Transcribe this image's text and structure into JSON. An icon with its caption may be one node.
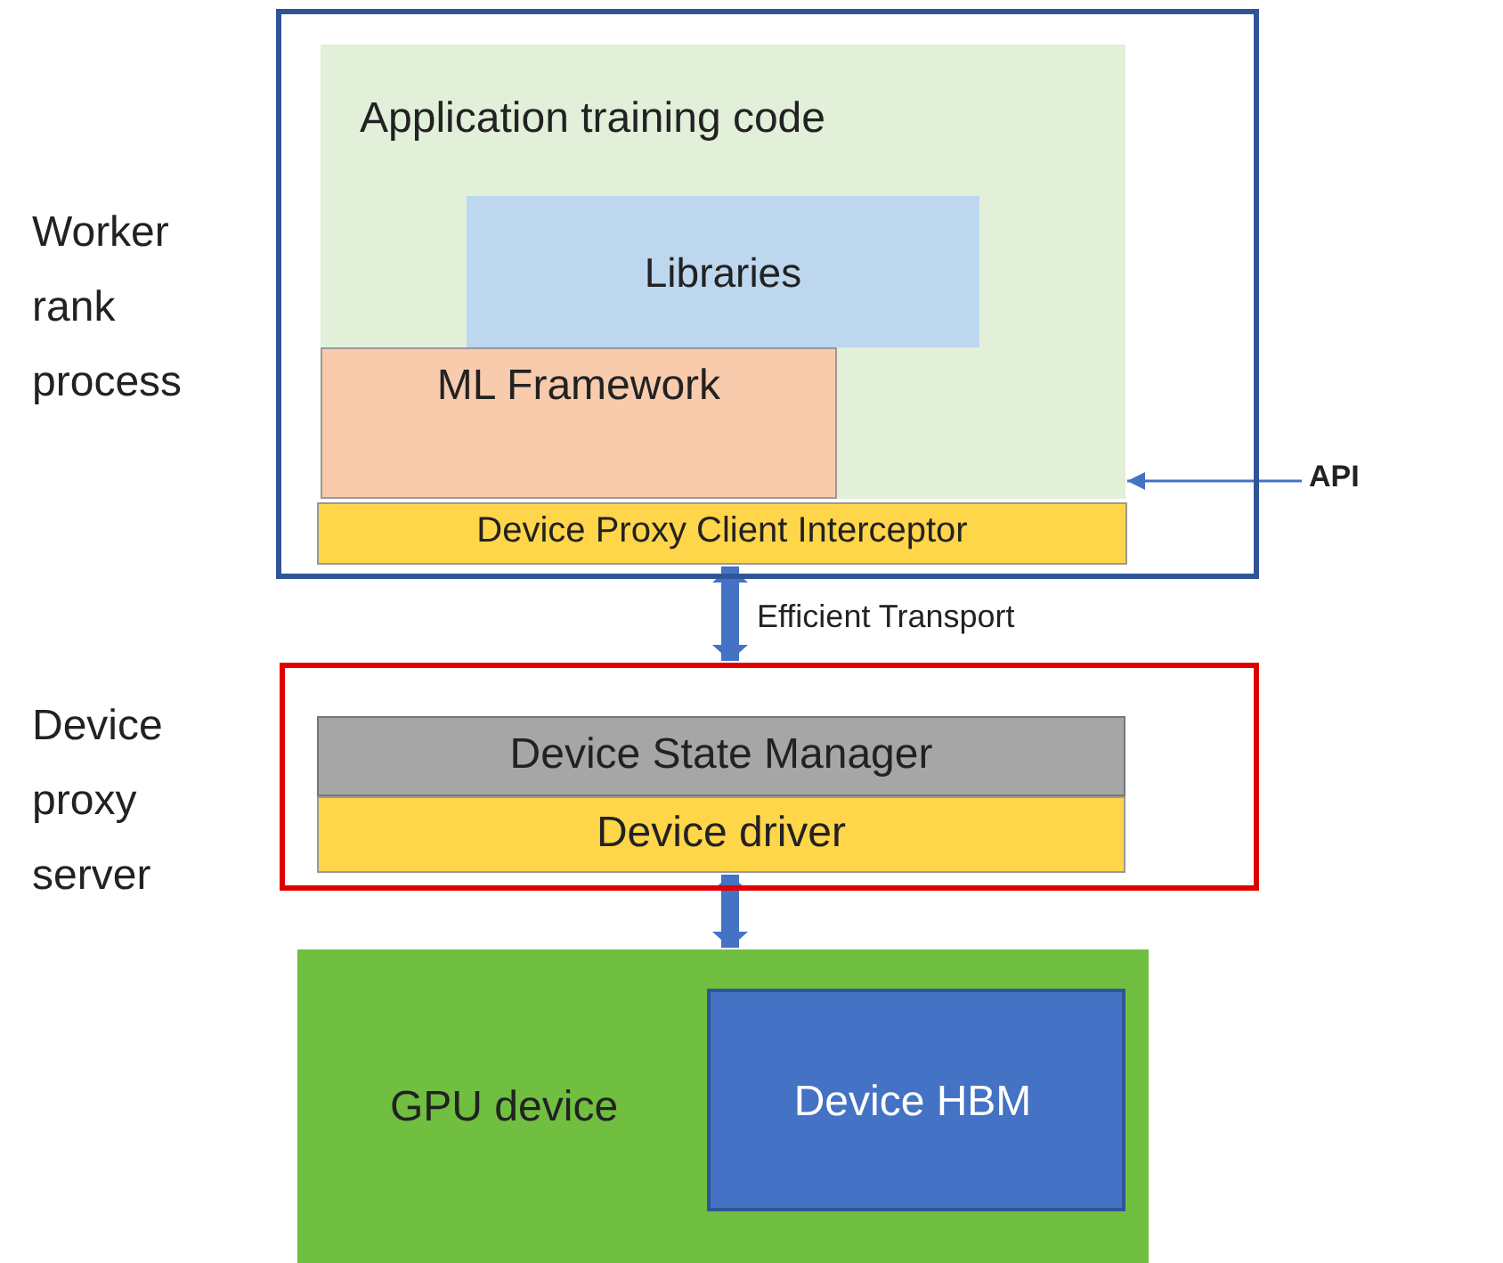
{
  "diagram": {
    "nodes": [
      {
        "text": [
          "Worker rank process"
        ]
      },
      {
        "text": [
          "Application training code"
        ],
        "in": 0
      },
      {
        "text": [
          "Libraries"
        ],
        "in": 1
      },
      {
        "text": [
          "ML Framework"
        ],
        "in": 1
      },
      {
        "text": [
          "Device Proxy Client Interceptor"
        ],
        "in": 0
      },
      {
        "text": [
          "Device proxy server"
        ]
      },
      {
        "text": [
          "Device State Manager"
        ],
        "in": 5
      },
      {
        "text": [
          "Device driver"
        ],
        "in": 5
      },
      {
        "text": [
          "GPU device"
        ]
      },
      {
        "text": [
          "Device HBM"
        ],
        "in": 8
      },
      {
        "text": [
          "API"
        ]
      }
    ],
    "edges": [
      {
        "from": 4,
        "to": 5,
        "arrow": "both",
        "label": "Efficient Transport"
      },
      {
        "from": 7,
        "to": 8,
        "arrow": "both"
      },
      {
        "from": 10,
        "to": 1,
        "arrow": "to"
      }
    ]
  }
}
